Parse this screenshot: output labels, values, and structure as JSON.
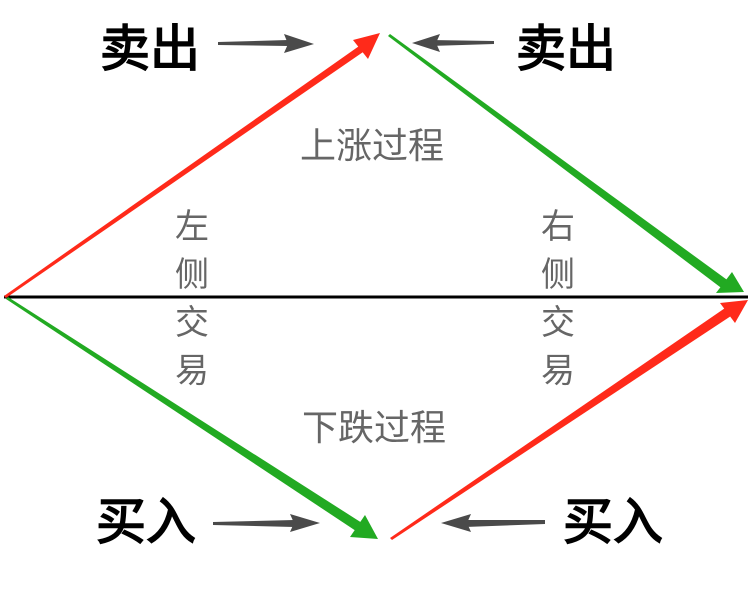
{
  "labels": {
    "sell_left": "卖出",
    "sell_right": "卖出",
    "buy_left": "买入",
    "buy_right": "买入",
    "uptrend": "上涨过程",
    "downtrend": "下跌过程",
    "left_side": [
      "左",
      "侧",
      "交",
      "易"
    ],
    "right_side": [
      "右",
      "侧",
      "交",
      "易"
    ]
  },
  "colors": {
    "rise": "#ff2a1a",
    "fall": "#22aa22",
    "axis": "#000000",
    "pointer": "#4a4a4a",
    "label_gray": "#666666"
  }
}
